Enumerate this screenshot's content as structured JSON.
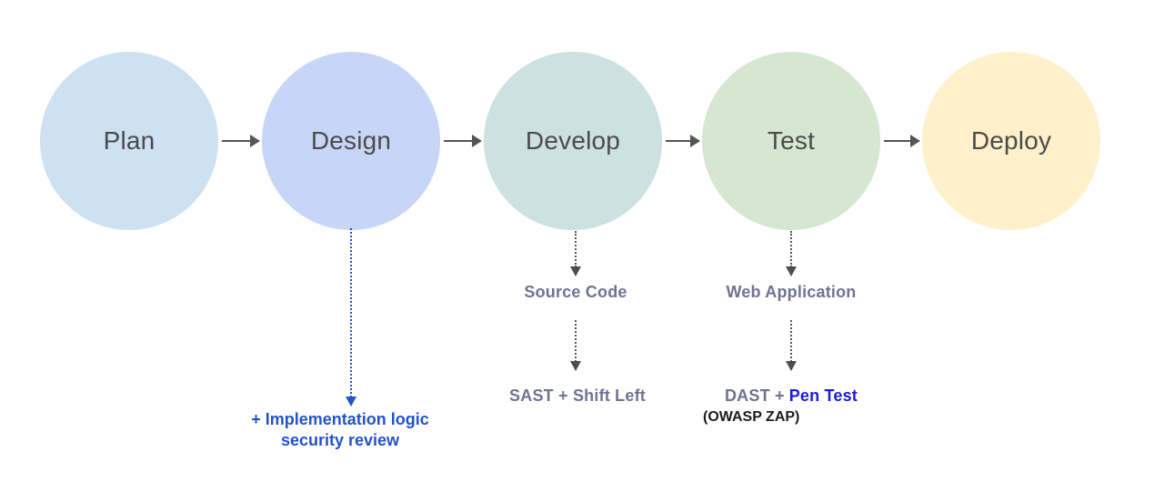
{
  "stages": [
    {
      "label": "Plan",
      "color": "#cde1f2"
    },
    {
      "label": "Design",
      "color": "#c7d6f6"
    },
    {
      "label": "Develop",
      "color": "#cde0e2"
    },
    {
      "label": "Test",
      "color": "#d5e7d0"
    },
    {
      "label": "Deploy",
      "color": "#fdf0ca"
    }
  ],
  "annotations": {
    "design_review": {
      "line1": "+ Implementation logic",
      "line2": "security review"
    },
    "develop": {
      "artifact": "Source Code",
      "practice": "SAST + Shift Left"
    },
    "test": {
      "artifact": "Web Application",
      "practice_prefix": "DAST +",
      "practice_highlight": "Pen Test",
      "tool": "(OWASP ZAP)"
    }
  },
  "colors": {
    "background": "#ffffff",
    "stage_text": "#4b4b4b",
    "flow_arrow": "#555555",
    "artifact_label": "#6e7492",
    "security_blue": "#2353cb",
    "pen_test_blue": "#1b1be0",
    "tool_text": "#1c1c1c"
  }
}
